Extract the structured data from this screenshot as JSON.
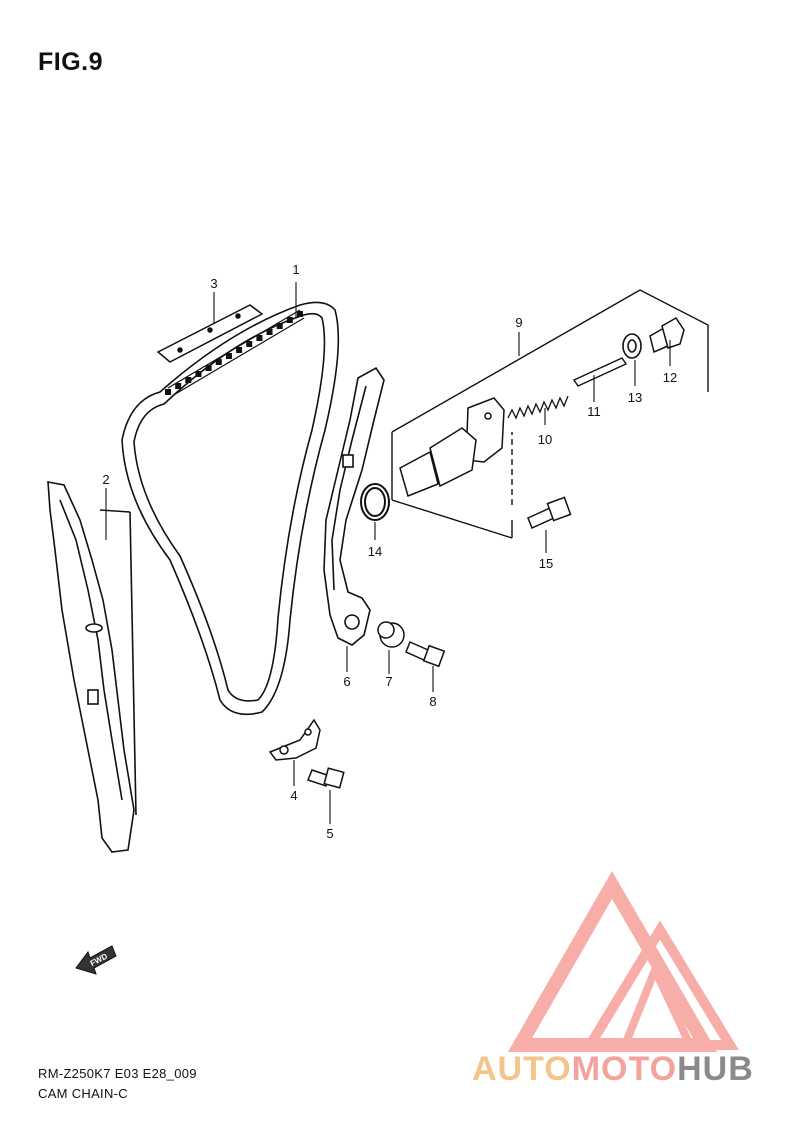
{
  "figure": {
    "title": "FIG.9",
    "code": "RM-Z250K7 E03 E28_009",
    "name": "CAM CHAIN-C"
  },
  "callouts": [
    "1",
    "2",
    "3",
    "4",
    "5",
    "6",
    "7",
    "8",
    "9",
    "10",
    "11",
    "12",
    "13",
    "14",
    "15"
  ],
  "fwd_label": "FWD",
  "watermark": {
    "part1": "AUTO",
    "part2": "MOTO",
    "part3": "HUB",
    "colors": {
      "auto": "#f4c48a",
      "moto": "#f4a39c",
      "hub": "#8a8a8a",
      "logo": "#f7a09a"
    }
  },
  "line_color": "#111111"
}
